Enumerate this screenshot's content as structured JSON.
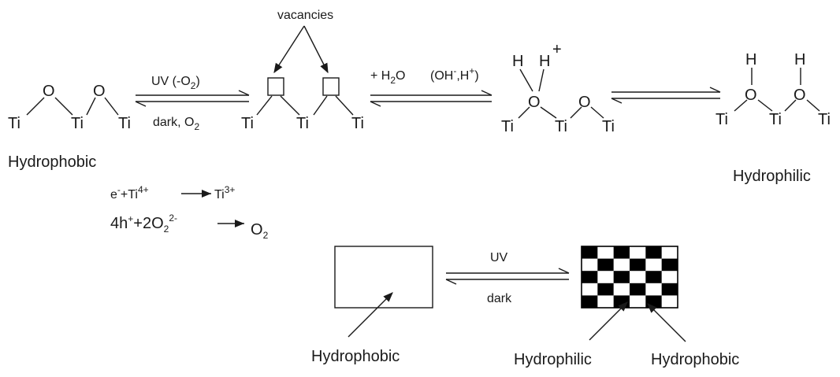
{
  "molecules": {
    "atom_ti": "Ti",
    "atom_o": "O",
    "atom_h": "H",
    "proton_plus": "+"
  },
  "labels": {
    "vacancies": "vacancies",
    "hydrophobic_left": "Hydrophobic",
    "hydrophilic_right": "Hydrophilic",
    "hydrophobic_surface": "Hydrophobic",
    "hydrophilic_domain": "Hydrophilic",
    "hydrophobic_domain": "Hydrophobic"
  },
  "arrows": {
    "uv_o2_pre": "UV (-O",
    "uv_o2_sub": "2",
    "uv_o2_post": ")",
    "dark_o2_pre": "dark, O",
    "dark_o2_sub": "2",
    "h2o_pre": "+ H",
    "h2o_sub": "2",
    "h2o_post": "O",
    "ohh_a": "(OH",
    "ohh_b": "-",
    "ohh_c": ",H",
    "ohh_d": "+",
    "ohh_e": ")",
    "uv": "UV",
    "dark": "dark"
  },
  "equations": {
    "eq1_e": "e",
    "eq1_minus": "-",
    "eq1_plus": "+Ti",
    "eq1_ti4": "4+",
    "eq1_ti": "Ti",
    "eq1_ti3": "3+",
    "eq2_a": "4h",
    "eq2_hplus": "+",
    "eq2_b": "+2O",
    "eq2_sub": "2",
    "eq2_charge": "2-",
    "eq2_o": "O",
    "eq2_osub": "2"
  },
  "colors": {
    "ink": "#1a1a1a",
    "checker_dark": "#000000",
    "checker_light": "#ffffff"
  }
}
